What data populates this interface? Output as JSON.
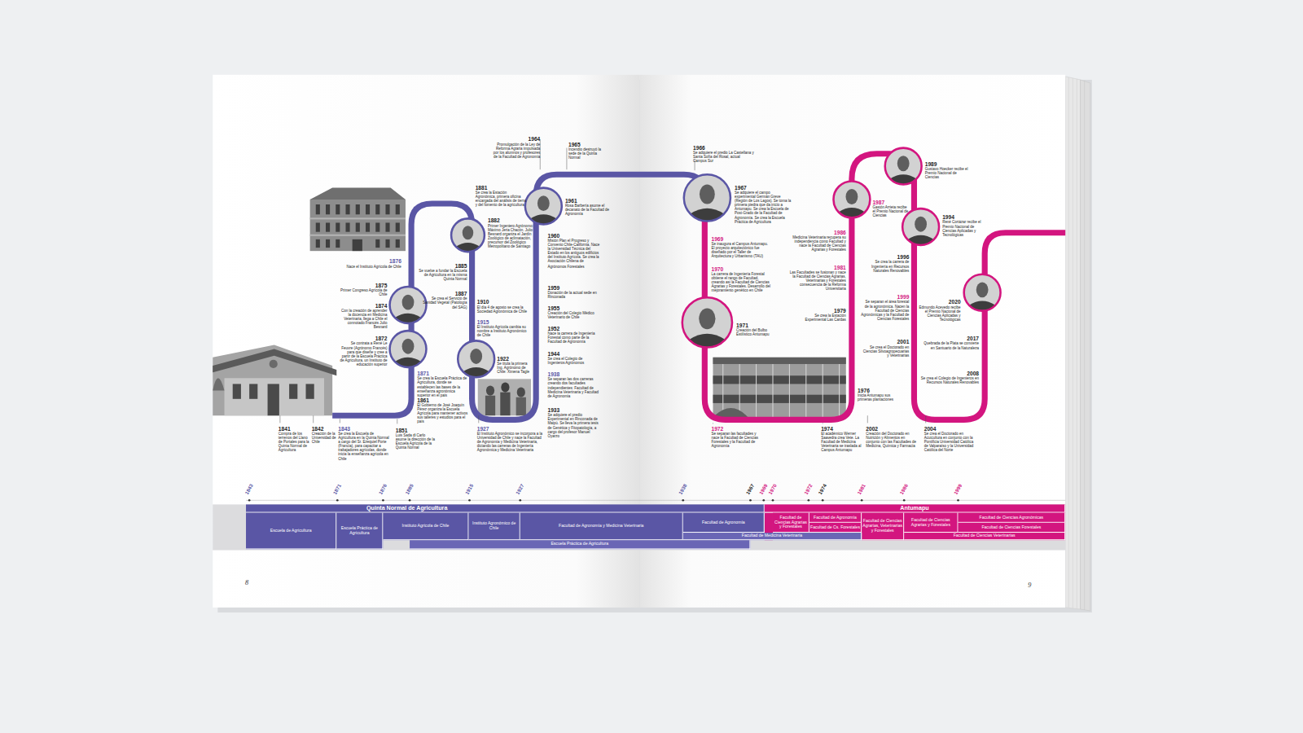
{
  "diagram": {
    "nodes": [
      {
        "text": [
          "Quinta Normal de Agricultura"
        ]
      },
      {
        "text": [
          "Antumapu"
        ]
      },
      {
        "text": [
          "Escuela de Agricultura"
        ]
      },
      {
        "text": [
          "Escuela Práctica de Agricultura"
        ]
      },
      {
        "text": [
          "Instituto Agrícola de Chile"
        ]
      },
      {
        "text": [
          "Instituto Agronómico de Chile"
        ]
      },
      {
        "text": [
          "Facultad de Agronomía y Medicina Veterinaria"
        ]
      },
      {
        "text": [
          "Facultad de Agronomía"
        ]
      },
      {
        "text": [
          "Facultad de Ciencias Agrarias y Forestales"
        ]
      },
      {
        "text": [
          "Facultad de Agronomía"
        ]
      },
      {
        "text": [
          "Facultad de Cs. Forestales"
        ]
      },
      {
        "text": [
          "Facultad de Ciencias Agrarias, Veterinarias y Forestales"
        ]
      },
      {
        "text": [
          "Facultad de Ciencias Agrarias y Forestales"
        ]
      },
      {
        "text": [
          "Facultad de Ciencias Agronómicas"
        ]
      },
      {
        "text": [
          "Facultad de Ciencias Forestales"
        ]
      },
      {
        "text": [
          "Facultad de Medicina Veterinaria"
        ]
      },
      {
        "text": [
          "Facultad de Ciencias Veterinarias"
        ]
      },
      {
        "text": [
          "Escuela Práctica de Agricultura"
        ]
      }
    ],
    "labels": [
      "8",
      "9",
      "1843",
      "1871",
      "1876",
      "1885",
      "1915",
      "1927",
      "1938",
      "1967",
      "1969",
      "1970",
      "1972",
      "1974",
      "1981",
      "1986",
      "1999",
      "1841",
      "Compra de los terrenos del Llano de Portales para la Quinta Normal de Agricultura",
      "1842",
      "Creación de la Universidad de Chile",
      "1843",
      "Se crea la Escuela de Agricultura en la Quinta Normal a cargo del Sr. Ezequiel Porte (Francia), para capacitar a trabajadores agrícolas, donde inicia la enseñanza agrícola en Chile",
      "1851",
      "Luis Sada di Carlo asume la dirección de la Escuela Agrícola de la Quinta Normal",
      "1861",
      "El Gobierno de José Joaquín Pérez organiza la Escuela Agrícola para mantener activos sus talleres y estudios para el país",
      "1871",
      "Se crea la Escuela Práctica de Agricultura, donde se establecen las bases de la enseñanza agronómica superior en el país",
      "1872",
      "Se contrata a René Le Feuvre (Agrónomo Francés) para que diseñe y cree a partir de la Escuela Práctica de Agricultura, un Instituto de educación superior",
      "1874",
      "Con la creación de aprender la docencia en Medicina Veterinaria, llega a Chile el connotado Francés Julio Besnard",
      "1875",
      "Primer Congreso Agrícola de Chile",
      "1876",
      "Nace el Instituto Agrícola de Chile",
      "1881",
      "Se crea la Estación Agronómica, primera oficina encargada del análisis de tierra y del fomento de la agricultura",
      "1882",
      "Primer Ingeniero Agrónomo: Máximo Jeria Chacón. Julio Besnard organiza el Jardín Zoológico de aclimatación, precursor del Zoológico Metropolitano de Santiago",
      "1885",
      "Se vuelve a fundar la Escuela de Agricultura en la misma Quinta Normal",
      "1887",
      "Se crea el Servicio de Sanidad Vegetal (Patología del SAG)",
      "1910",
      "El día 4 de agosto se crea la Sociedad Agronómica de Chile",
      "1915",
      "El Instituto Agrícola cambia su nombre a Instituto Agronómico de Chile",
      "1922",
      "Se titula la primera Ing. Agrónomo de Chile: Ximena Tagle",
      "1927",
      "El Instituto Agronómico se incorpora a la Universidad de Chile y nace la Facultad de Agronomía y Medicina Veterinaria, dictando las carreras de Ingeniería Agronómica y Medicina Veterinaria",
      "1933",
      "Se adquiere el predio Experimental en Rinconada de Maipú. Se lleva la primera tesis de Genética y Fitopatología, a cargo del profesor Manuel Oyarzo",
      "1938",
      "Se separan las dos carreras creando dos facultades independientes: Facultad de Medicina Veterinaria y Facultad de Agronomía",
      "1944",
      "Se crea el Colegio de Ingenieros Agrónomos",
      "1952",
      "Nace la carrera de Ingeniería Forestal como parte de la Facultad de Agronomía",
      "1955",
      "Creación del Colegio Médico Veterinario de Chile",
      "1959",
      "Donación de la actual sede en Rinconada",
      "1960",
      "Misión Plan el Progreso y Convenio Chile-California. Nace la Universidad Técnica del Estado en los antiguos edificios del Instituto Agrícola. Se crea la Asociación Chilena de Agrónomos Forestales",
      "1961",
      "Rosa Barbería asume el decanato de la Facultad de Agronomía",
      "1964",
      "Promulgación de la Ley de Reforma Agraria impulsada por los alumnos y profesores de la Facultad de Agronomía",
      "1965",
      "Incendio destruyó la sede de la Quinta Normal",
      "1966",
      "Se adquiere el predio La Castellana y Santa Sofía del Rosal, actual Campus Sur",
      "1967",
      "Se adquiere el campo experimental Germán Greve (Región de Los Lagos). Se toma la primera piedra que da inicio a Antumapu. Se crea la Escuela de Post-Grado de la Facultad de Agronomía. Se crea la Escuela Práctica de Agricultura",
      "1969",
      "Se inaugura el Campus Antumapu. El proyecto arquitectónico fue diseñado por el Taller de Arquitectura y Urbanismo (TAU)",
      "1970",
      "La carrera de Ingeniería Forestal obtiene el rango de Facultad, creando así la Facultad de Ciencias Agrarias y Forestales. Desarrollo del mejoramiento genético en Chile",
      "1971",
      "Creación del Bulbo Estilístico Antumapu",
      "1972",
      "Se separan las facultades y nace la Facultad de Ciencias Forestales y la Facultad de Agronomía",
      "1974",
      "El académico Werner Saavedra crea Vete. La Facultad de Medicina Veterinaria se traslada al Campus Antumapu",
      "1976",
      "Inicia Antumapu sus primeras plantaciones",
      "1979",
      "Se crea la Estación Experimental Las Cardas",
      "1981",
      "Las Facultades se fusionan y nace la Facultad de Ciencias Agrarias, Veterinarias y Forestales consecuencia de la Reforma Universitaria",
      "1986",
      "Medicina Veterinaria recupera su independencia como Facultad y nace la Facultad de Ciencias Agrarias y Forestales",
      "1987",
      "Gastón Arrieta recibe el Premio Nacional de Ciencias",
      "1989",
      "Gustavo Hoecker recibe el Premio Nacional de Ciencias",
      "1994",
      "René Cortázar recibe el Premio Nacional de Ciencias Aplicadas y Tecnológicas",
      "1996",
      "Se crea la carrera de Ingeniería en Recursos Naturales Renovables",
      "1999",
      "Se separan el área forestal de la agronómica. Nacen la Facultad de Ciencias Agronómicas y la Facultad de Ciencias Forestales",
      "2001",
      "Se crea el Doctorado en Ciencias Silvoagropecuarias y Veterinarias",
      "2002",
      "Creación del Doctorado en Nutrición y Alimentos en conjunto con las Facultades de Medicina, Química y Farmacia",
      "2004",
      "Se crea el Doctorado en Acuicultura en conjunto con la Pontificia Universidad Católica de Valparaíso y la Universidad Católica del Norte",
      "2008",
      "Se crea el Colegio de Ingenieros en Recursos Naturales Renovables",
      "2017",
      "Quebrada de la Plata se convierte en Santuario de la Naturaleza",
      "2020",
      "Edmundo Acevedo recibe el Premio Nacional de Ciencias Aplicadas y Tecnológicas"
    ]
  }
}
